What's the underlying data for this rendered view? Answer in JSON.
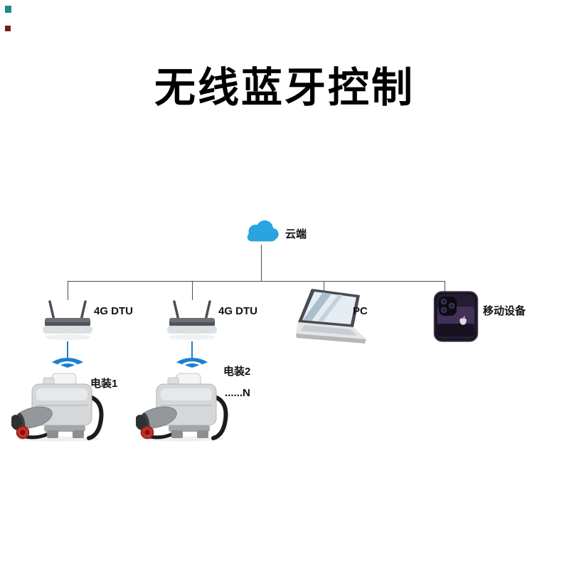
{
  "title": "无线蓝牙控制",
  "cloud": {
    "label": "云端",
    "icon": "cloud-icon"
  },
  "devices": {
    "dtu1": {
      "label": "4G DTU",
      "icon": "router-icon"
    },
    "dtu2": {
      "label": "4G DTU",
      "icon": "router-icon"
    },
    "pc": {
      "label": "PC",
      "icon": "laptop-icon"
    },
    "mobile": {
      "label": "移动设备",
      "icon": "smartphone-icon"
    }
  },
  "links": {
    "wireless_icon": "wireless-beam-icon"
  },
  "actuators": {
    "actuator1": {
      "label": "电装1",
      "icon": "valve-actuator-icon"
    },
    "actuator2": {
      "label": "电装2",
      "ellipsis": "......N",
      "icon": "valve-actuator-icon"
    }
  },
  "colors": {
    "background": "#ffffff",
    "title": "#000000",
    "cloud_blue": "#29a4de",
    "link_blue": "#1b7fd2",
    "connector_line": "#4c4c4c"
  }
}
